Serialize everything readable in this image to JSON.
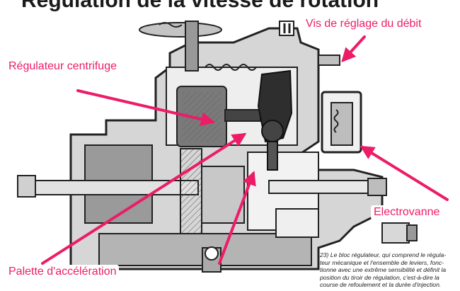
{
  "title": "Régulation de la vitesse de rotation",
  "labels": {
    "flow_screw": "Vis de réglage du débit",
    "centrifugal_governor": "Régulateur centrifuge",
    "solenoid_valve": "Electrovanne",
    "acceleration_lever": "Palette d'accélération"
  },
  "caption": {
    "lines": [
      "23) Le bloc régulateur, qui comprend le régula-",
      "teur mécanique et l'ensemble de leviers, fonc-",
      "tionne avec une extrême sensibilité et définit la",
      "position du tiroir de régulation, c'est-à-dire la",
      "course de refoulement et la durée d'injection."
    ]
  },
  "colors": {
    "label_text": "#ec1c67",
    "arrow": "#ec1c67",
    "pump_dark": "#3c3c3c",
    "pump_light": "#d8d8d8"
  }
}
